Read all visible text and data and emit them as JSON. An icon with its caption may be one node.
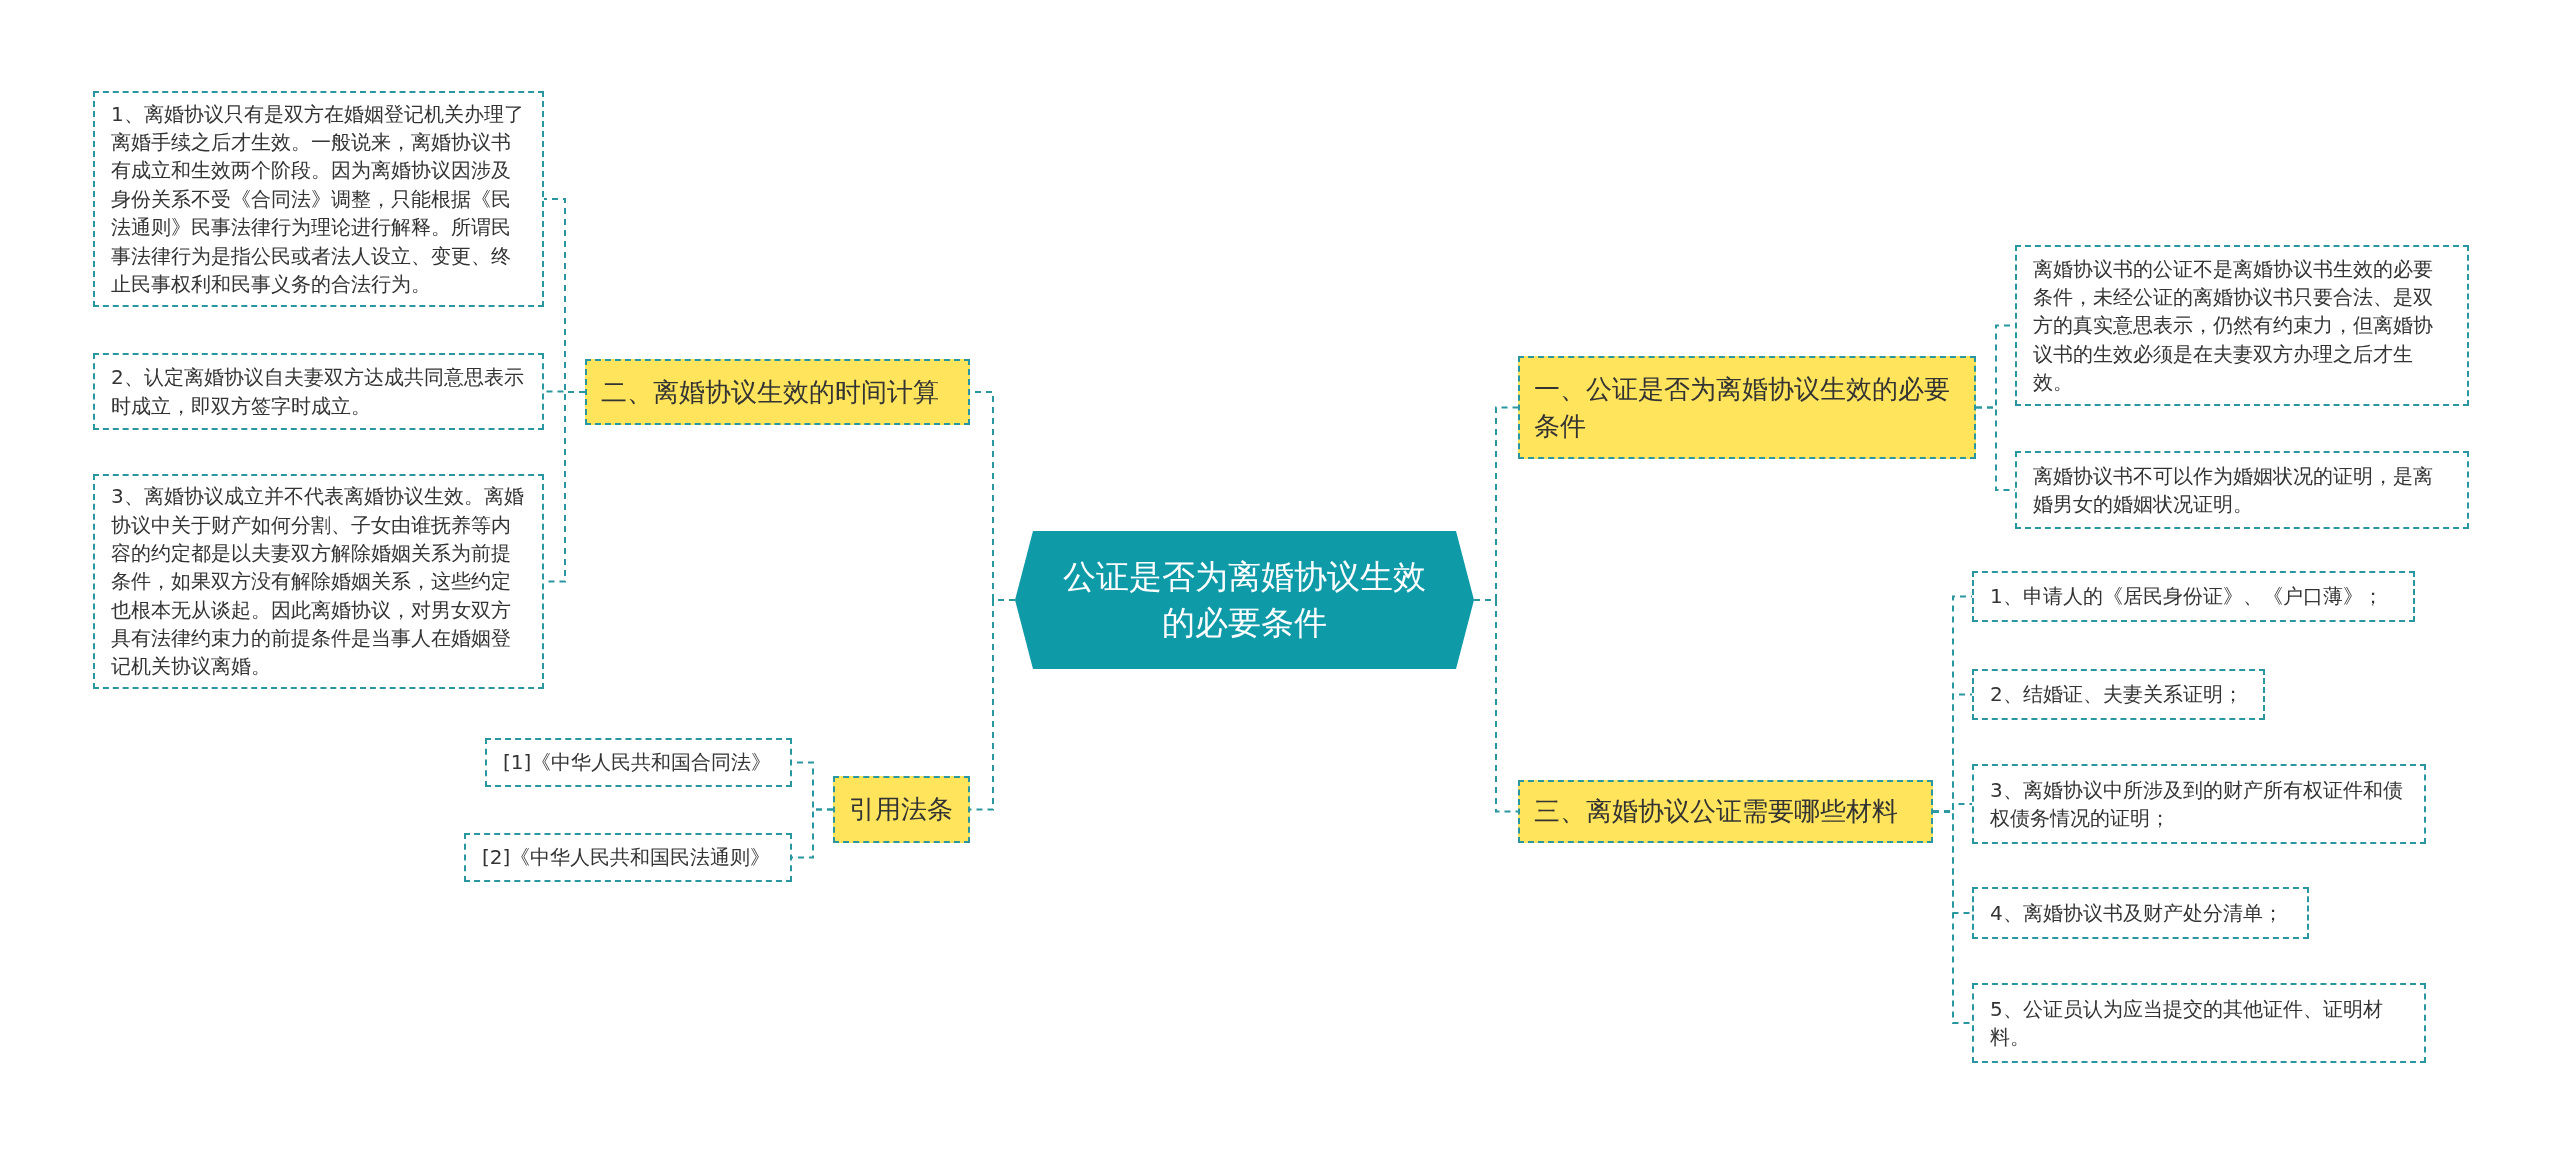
{
  "diagram": {
    "nodes": [
      {
        "text": [
          "公证是否为离婚协议生效的必要条件"
        ]
      },
      {
        "text": [
          "一、公证是否为离婚协议生效的必要条件"
        ]
      },
      {
        "text": [
          "离婚协议书的公证不是离婚协议书生效的必要条件，未经公证的离婚协议书只要合法、是双方的真实意思表示，仍然有约束力，但离婚协议书的生效必须是在夫妻双方办理之后才生效。"
        ]
      },
      {
        "text": [
          "离婚协议书不可以作为婚姻状况的证明，是离婚男女的婚姻状况证明。"
        ]
      },
      {
        "text": [
          "二、离婚协议生效的时间计算"
        ]
      },
      {
        "text": [
          "1、离婚协议只有是双方在婚姻登记机关办理了离婚手续之后才生效。一般说来，离婚协议书有成立和生效两个阶段。因为离婚协议因涉及身份关系不受《合同法》调整，只能根据《民法通则》民事法律行为理论进行解释。所谓民事法律行为是指公民或者法人设立、变更、终止民事权利和民事义务的合法行为。"
        ]
      },
      {
        "text": [
          "2、认定离婚协议自夫妻双方达成共同意思表示时成立，即双方签字时成立。"
        ]
      },
      {
        "text": [
          "3、离婚协议成立并不代表离婚协议生效。离婚协议中关于财产如何分割、子女由谁抚养等内容的约定都是以夫妻双方解除婚姻关系为前提条件，如果双方没有解除婚姻关系，这些约定也根本无从谈起。因此离婚协议，对男女双方具有法律约束力的前提条件是当事人在婚姻登记机关协议离婚。"
        ]
      },
      {
        "text": [
          "三、离婚协议公证需要哪些材料"
        ]
      },
      {
        "text": [
          "1、申请人的《居民身份证》、《户口薄》；"
        ]
      },
      {
        "text": [
          "2、结婚证、夫妻关系证明；"
        ]
      },
      {
        "text": [
          "3、离婚协议中所涉及到的财产所有权证件和债权债务情况的证明；"
        ]
      },
      {
        "text": [
          "4、离婚协议书及财产处分清单；"
        ]
      },
      {
        "text": [
          "5、公证员认为应当提交的其他证件、证明材料。"
        ]
      },
      {
        "text": [
          "引用法条"
        ]
      },
      {
        "text": [
          "[1]《中华人民共和国合同法》"
        ]
      },
      {
        "text": [
          "[2]《中华人民共和国民法通则》"
        ]
      }
    ],
    "edges": [
      {
        "from": 0,
        "to": 1,
        "arrow": "none"
      },
      {
        "from": 1,
        "to": 2,
        "arrow": "none"
      },
      {
        "from": 1,
        "to": 3,
        "arrow": "none"
      },
      {
        "from": 0,
        "to": 4,
        "arrow": "none"
      },
      {
        "from": 4,
        "to": 5,
        "arrow": "none"
      },
      {
        "from": 4,
        "to": 6,
        "arrow": "none"
      },
      {
        "from": 4,
        "to": 7,
        "arrow": "none"
      },
      {
        "from": 0,
        "to": 8,
        "arrow": "none"
      },
      {
        "from": 8,
        "to": 9,
        "arrow": "none"
      },
      {
        "from": 8,
        "to": 10,
        "arrow": "none"
      },
      {
        "from": 8,
        "to": 11,
        "arrow": "none"
      },
      {
        "from": 8,
        "to": 12,
        "arrow": "none"
      },
      {
        "from": 8,
        "to": 13,
        "arrow": "none"
      },
      {
        "from": 0,
        "to": 14,
        "arrow": "none"
      },
      {
        "from": 14,
        "to": 15,
        "arrow": "none"
      },
      {
        "from": 14,
        "to": 16,
        "arrow": "none"
      }
    ]
  }
}
